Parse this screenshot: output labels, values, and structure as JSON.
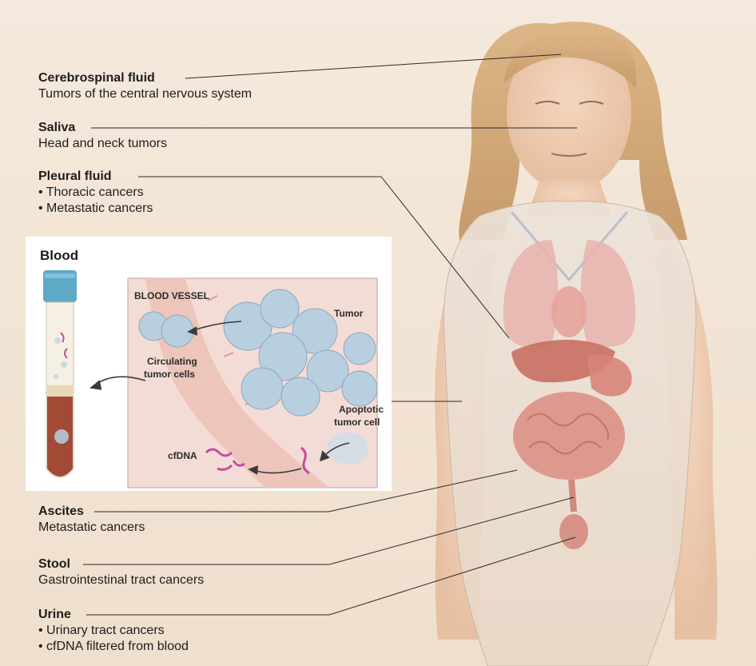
{
  "labels": {
    "csf": {
      "title": "Cerebrospinal fluid",
      "sub": "Tumors of the central nervous system"
    },
    "saliva": {
      "title": "Saliva",
      "sub": "Head and neck tumors"
    },
    "pleural": {
      "title": "Pleural fluid",
      "items": [
        "• Thoracic cancers",
        "• Metastatic cancers"
      ]
    },
    "ascites": {
      "title": "Ascites",
      "sub": "Metastatic cancers"
    },
    "stool": {
      "title": "Stool",
      "sub": "Gastrointestinal tract cancers"
    },
    "urine": {
      "title": "Urine",
      "items": [
        "• Urinary tract cancers",
        "• cfDNA filtered from blood"
      ]
    }
  },
  "blood": {
    "title": "Blood",
    "vessel_label": "BLOOD VESSEL",
    "tumor_label": "Tumor",
    "ctc_label_line1": "Circulating",
    "ctc_label_line2": "tumor cells",
    "apoptotic_line1": "Apoptotic",
    "apoptotic_line2": "tumor cell",
    "cfdna_label": "cfDNA"
  },
  "colors": {
    "background": "#f2e4d4",
    "skin": "#f0cfb4",
    "hair": "#d2a878",
    "gown": "#eadfd4",
    "organ": "#d9867a",
    "vessel_wall": "#efc3bb",
    "cell": "#b7cfdf",
    "cfdna": "#c44da0",
    "tube_cap": "#5fa9c8",
    "blood": "#a24a36"
  }
}
